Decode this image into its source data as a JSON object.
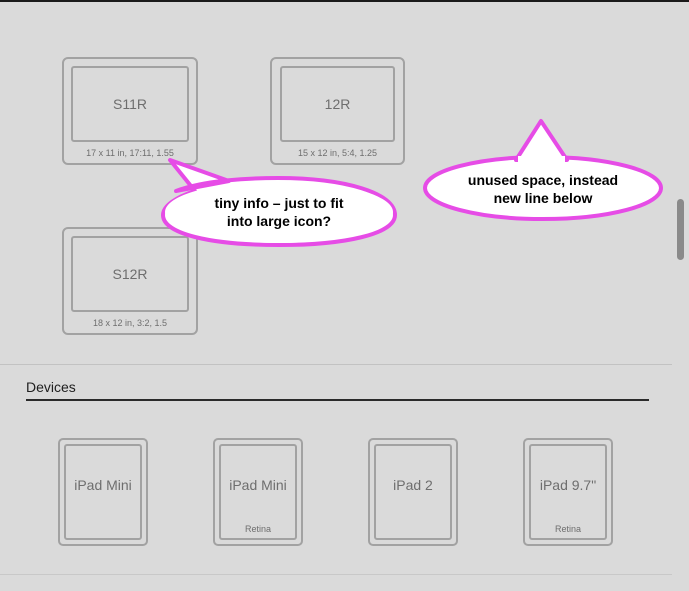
{
  "presets": [
    {
      "name": "S11R",
      "info": "17 x 11 in, 17:11, 1.55"
    },
    {
      "name": "12R",
      "info": "15 x 12 in, 5:4, 1.25"
    },
    {
      "name": "S12R",
      "info": "18 x 12 in, 3:2, 1.5"
    }
  ],
  "devices_section": {
    "title": "Devices",
    "items": [
      {
        "name": "iPad Mini",
        "sub": ""
      },
      {
        "name": "iPad Mini",
        "sub": "Retina"
      },
      {
        "name": "iPad 2",
        "sub": ""
      },
      {
        "name": "iPad 9.7\"",
        "sub": "Retina"
      }
    ]
  },
  "annotations": {
    "tiny_info_line1": "tiny info – just to fit",
    "tiny_info_line2": "into large icon?",
    "unused_line1": "unused space, instead",
    "unused_line2": "new line below"
  },
  "colors": {
    "background": "#dadada",
    "annotation_border": "#e64ce6"
  }
}
